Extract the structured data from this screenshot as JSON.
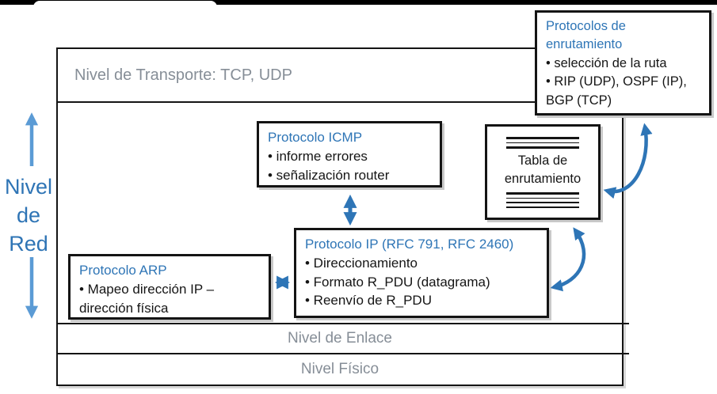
{
  "colors": {
    "title_blue": "#2E75B6",
    "connector_arrow_blue": "#2E75B6",
    "side_arrow_blue": "#5B9BD5",
    "band_text_gray": "#868E97",
    "box_border_black": "#141414",
    "top_bar_black": "#000000"
  },
  "side_label": {
    "text": "Nivel\nde\nRed"
  },
  "bands": {
    "transport": {
      "label": "Nivel de Transporte: TCP, UDP"
    },
    "link": {
      "label": "Nivel de Enlace"
    },
    "physical": {
      "label": "Nivel Físico"
    }
  },
  "boxes": {
    "icmp": {
      "title": "Protocolo ICMP",
      "bullets": [
        "• informe errores",
        "• señalización router"
      ]
    },
    "ip": {
      "title": "Protocolo IP (RFC 791, RFC 2460)",
      "bullets": [
        "• Direccionamiento",
        "• Formato R_PDU (datagrama)",
        "• Reenvío de R_PDU"
      ]
    },
    "arp": {
      "title": "Protocolo ARP",
      "bullets": [
        "• Mapeo dirección IP –\ndirección física"
      ]
    },
    "routing_table": {
      "label": "Tabla de\nenrutamiento"
    },
    "routing_protocols": {
      "title": "Protocolos de\nenrutamiento",
      "bullets": [
        "• selección de la ruta",
        "• RIP (UDP), OSPF (IP),\nBGP (TCP)"
      ]
    }
  }
}
